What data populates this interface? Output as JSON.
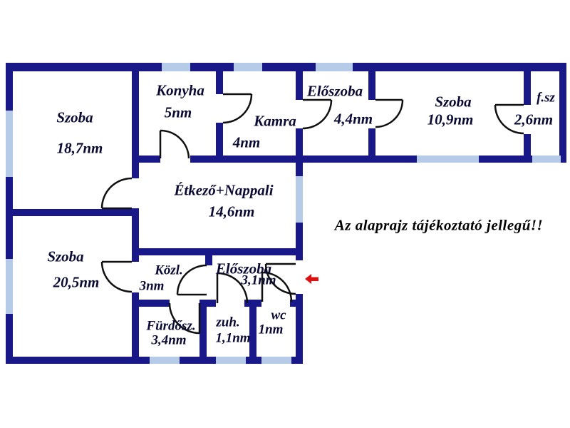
{
  "rooms": [
    {
      "name": "Szoba",
      "area": "18,7nm"
    },
    {
      "name": "Konyha",
      "area": "5nm"
    },
    {
      "name": "Kamra",
      "area": "4nm"
    },
    {
      "name": "Előszoba",
      "area": "4,4nm"
    },
    {
      "name": "Szoba",
      "area": "10,9nm"
    },
    {
      "name": "f.sz",
      "area": "2,6nm"
    },
    {
      "name": "Étkező+Nappali",
      "area": "14,6nm"
    },
    {
      "name": "Szoba",
      "area": "20,5nm"
    },
    {
      "name": "Közl.",
      "area": "3nm"
    },
    {
      "name": "Előszoba",
      "area": "3,1nm"
    },
    {
      "name": "Fürdősz.",
      "area": "3,4nm"
    },
    {
      "name": "zuh.",
      "area": "1,1nm"
    },
    {
      "name": "wc",
      "area": "1nm"
    }
  ],
  "annotation": "Az alaprajz tájékoztató jellegű!!",
  "colors": {
    "wall": "#181889",
    "window": "#b6cbe8",
    "door": "#101010",
    "arrow": "#dd1111",
    "label": "#0a0a33",
    "annotation": "#000000"
  }
}
